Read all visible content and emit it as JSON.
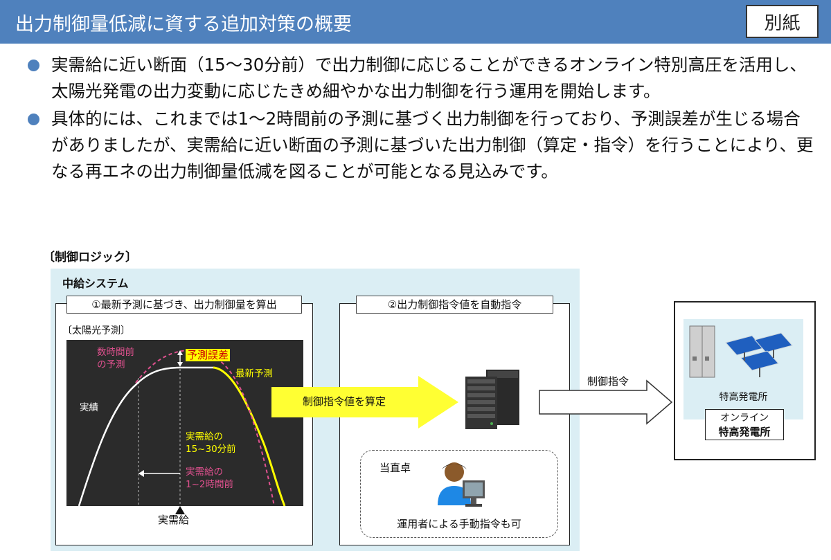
{
  "header": {
    "title": "出力制御量低減に資する追加対策の概要",
    "tag": "別紙"
  },
  "bullets": [
    "実需給に近い断面（15～30分前）で出力制御に応じることができるオンライン特別高圧を活用し、太陽光発電の出力変動に応じたきめ細やかな出力制御を行う運用を開始します。",
    "具体的には、これまでは1～2時間前の予測に基づく出力制御を行っており、予測誤差が生じる場合がありましたが、実需給に近い断面の予測に基づいた出力制御（算定・指令）を行うことにより、更なる再エネの出力制御量低減を図ることが可能となる見込みです。"
  ],
  "logic": {
    "heading": "〔制御ロジック〕",
    "system_label": "中給システム"
  },
  "panel1": {
    "title": "①最新予測に基づき、出力制御量を算出",
    "solar_label": "〔太陽光予測〕",
    "chart_labels": {
      "hours_before_line1": "数時間前",
      "hours_before_line2": "の予測",
      "forecast_error": "予測誤差",
      "latest_forecast": "最新予測",
      "actual": "実績",
      "min_before_line1": "実需給の",
      "min_before_line2": "15~30分前",
      "hr_before_line1": "実需給の",
      "hr_before_line2": "1~2時間前"
    },
    "actual_point": "実需給"
  },
  "panel2": {
    "title": "②出力制御指令値を自動指令",
    "arrow_label": "制御指令値を算定",
    "operator_title": "当直卓",
    "operator_note": "運用者による手動指令も可"
  },
  "command_label": "制御指令",
  "plant": {
    "caption": "特高発電所",
    "badge_line1": "オンライン",
    "badge_line2": "特高発電所"
  },
  "colors": {
    "header_blue": "#4f81bd",
    "panel_bg": "#dbeef4",
    "chart_bg": "#2b2b2b",
    "latest_forecast": "#ffff00",
    "old_forecast": "#e0518f",
    "arrow_yellow": "#ffff33"
  }
}
